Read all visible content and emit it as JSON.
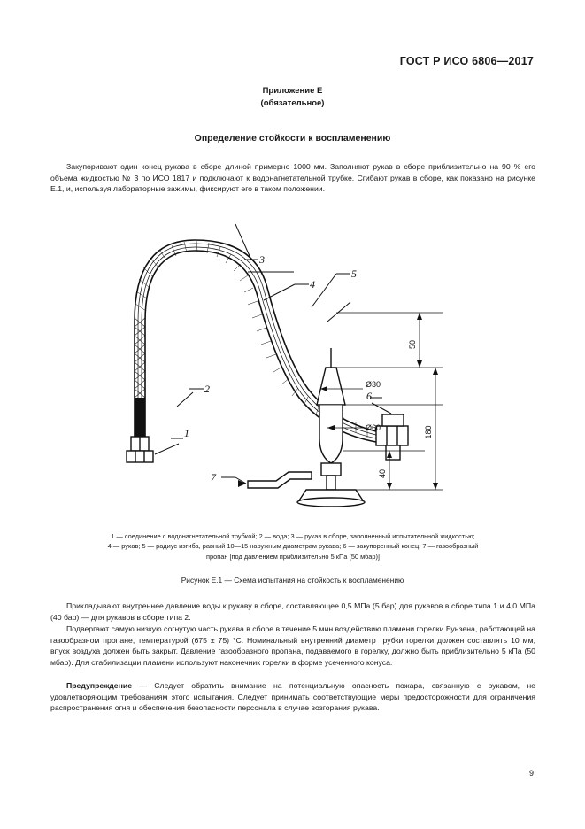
{
  "document": {
    "standard_header": "ГОСТ Р ИСО 6806—2017",
    "page_number": "9"
  },
  "annex": {
    "title": "Приложение Е",
    "status": "(обязательное)",
    "heading": "Определение стойкости к воспламенению"
  },
  "body": {
    "paragraph_1": "Закупоривают один конец рукава в сборе длиной примерно 1000 мм. Заполняют рукав в сборе приблизительно на 90 % его объема жидкостью № 3 по ИСО 1817 и подключают к водонагнетательной трубке. Сгибают рукав в сборе, как показано на рисунке Е.1, и, используя лабораторные зажимы, фиксируют его в таком положении.",
    "paragraph_2": "Прикладывают внутреннее давление воды к рукаву в сборе, составляющее 0,5 МПа (5 бар) для рукавов в сборе типа 1 и 4,0 МПа (40 бар) — для рукавов в сборе типа 2.",
    "paragraph_3": "Подвергают самую низкую согнутую часть рукава в сборе в течение 5 мин воздействию пламени горелки Бунзена, работающей на газообразном пропане, температурой (675 ± 75) °С. Номинальный внутренний диаметр трубки горелки должен составлять 10 мм, впуск воздуха должен быть закрыт. Давление газообразного пропана, подаваемого в горелку, должно быть приблизительно 5 кПа (50 мбар). Для стабилизации пламени используют наконечник горелки в форме усеченного конуса.",
    "warning_label": "Предупреждение",
    "paragraph_4": " — Следует обратить внимание на потенциальную опасность пожара, связанную с рукавом, не удовлетворяющим требованиям этого испытания. Следует принимать соответствующие меры предосторожности для ограничения распространения огня и обеспечения безопасности персонала в случае возгорания рукава."
  },
  "figure": {
    "caption": "Рисунок Е.1 — Схема испытания на стойкость к воспламенению",
    "legend_line_1": "1 — соединение с водонагнетательной трубкой; 2 — вода; 3 — рукав в сборе, заполненный испытательной жидкостью;",
    "legend_line_2": "4 — рукав; 5 — радиус изгиба, равный 10—15 наружным диаметрам рукава; 6 — закупоренный конец; 7 — газообразный",
    "legend_line_3": "пропан [под давлением приблизительно 5 кПа (50 мбар)]",
    "callouts": {
      "c1": "1",
      "c2": "2",
      "c3": "3",
      "c4": "4",
      "c5": "5",
      "c6": "6",
      "c7": "7"
    },
    "dimensions": {
      "top_vertical": "50",
      "main_vertical": "180",
      "cone_height": "40",
      "diameter_inner": "Ø30",
      "diameter_outer": "Ø60"
    }
  }
}
